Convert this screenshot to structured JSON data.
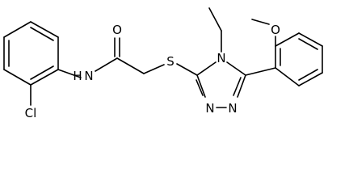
{
  "molecule": {
    "atoms": {
      "chlorine": "Cl",
      "amide_nitrogen": "N",
      "amide_hydrogen": "H",
      "carbonyl_oxygen": "O",
      "thioether_sulfur": "S",
      "ring_n4": "N",
      "ring_n1": "N",
      "ring_n2": "N",
      "methoxy_oxygen": "O"
    }
  }
}
